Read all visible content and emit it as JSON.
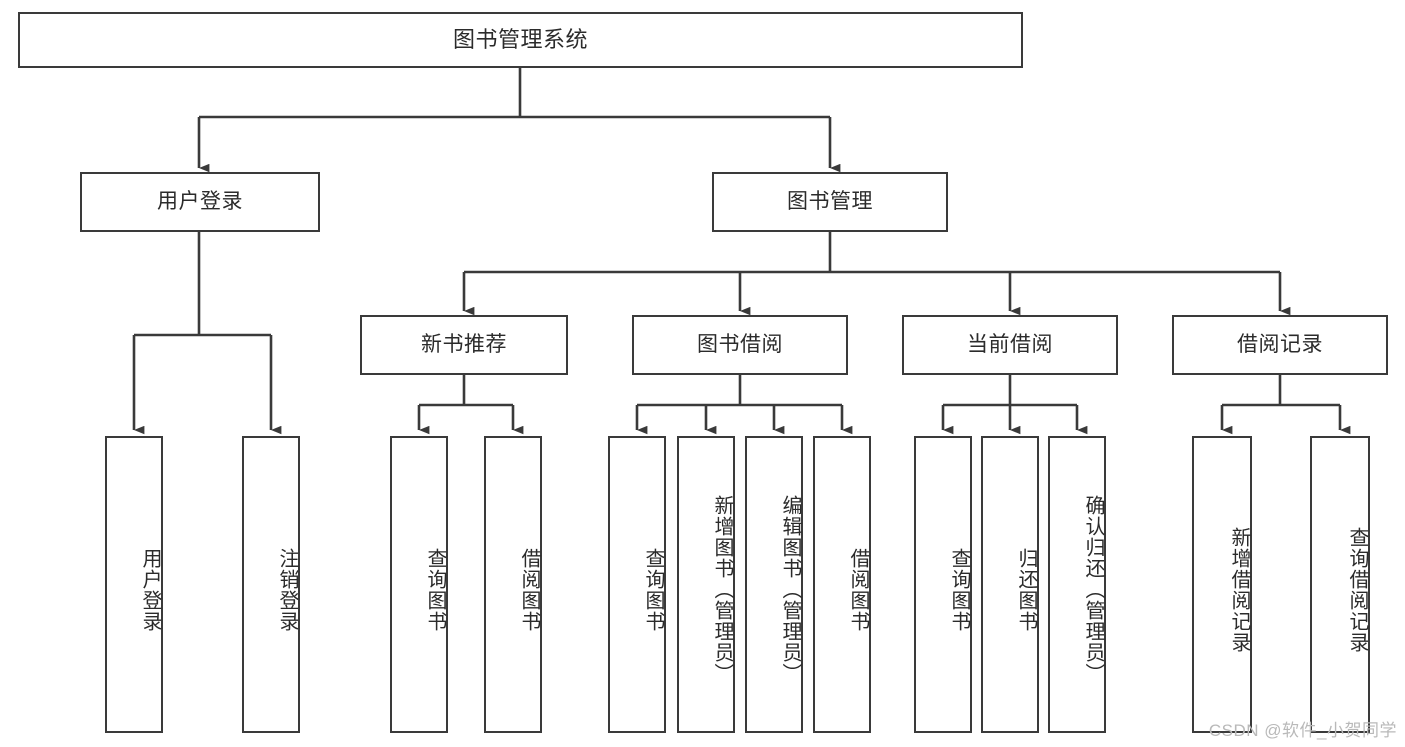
{
  "diagram": {
    "title": "图书管理系统",
    "type": "hierarchy-tree",
    "stroke_color": "#3a3a3a",
    "text_color": "#2b2b2b",
    "background_color": "#ffffff",
    "watermark": "CSDN @软件_小贺同学",
    "root": {
      "label": "图书管理系统"
    },
    "level2": [
      {
        "label": "用户登录"
      },
      {
        "label": "图书管理"
      }
    ],
    "level3": [
      {
        "label": "新书推荐"
      },
      {
        "label": "图书借阅"
      },
      {
        "label": "当前借阅"
      },
      {
        "label": "借阅记录"
      }
    ],
    "leaves": {
      "user_login": [
        {
          "label": "用户登录"
        },
        {
          "label": "注销登录"
        }
      ],
      "new_book_recommend": [
        {
          "label": "查询图书"
        },
        {
          "label": "借阅图书"
        }
      ],
      "book_borrow": [
        {
          "label": "查询图书"
        },
        {
          "label": "新增图书（管理员）"
        },
        {
          "label": "编辑图书（管理员）"
        },
        {
          "label": "借阅图书"
        }
      ],
      "current_borrow": [
        {
          "label": "查询图书"
        },
        {
          "label": "归还图书"
        },
        {
          "label": "确认归还（管理员）"
        }
      ],
      "borrow_record": [
        {
          "label": "新增借阅记录"
        },
        {
          "label": "查询借阅记录"
        }
      ]
    }
  }
}
